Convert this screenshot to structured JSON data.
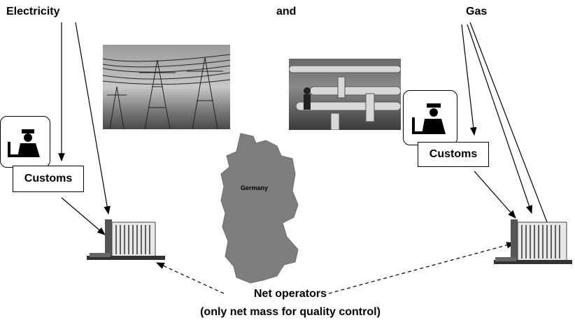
{
  "headings": {
    "left": "Electricity",
    "center": "and",
    "right": "Gas"
  },
  "customs": {
    "left": "Customs",
    "right": "Customs"
  },
  "map": {
    "label": "Germany"
  },
  "caption": {
    "line1": "Net operators",
    "line2": "(only net mass for quality control)"
  },
  "icons": {
    "customs_officer": "customs-officer-icon",
    "building": "office-building-icon"
  }
}
